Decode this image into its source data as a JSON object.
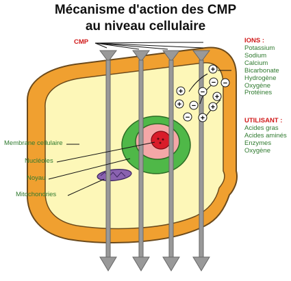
{
  "title": {
    "line1": "Mécanisme d'action des CMP",
    "line2": "au niveau cellulaire"
  },
  "cmp_label": "CMP",
  "ions": {
    "heading": "IONS :",
    "items": [
      "Potassium",
      "Sodium",
      "Calcium",
      "Bicarbonate",
      "Hydrogène",
      "Oxygène",
      "Protéines"
    ]
  },
  "utilisant": {
    "heading": "UTILISANT :",
    "items": [
      "Acides gras",
      "Acides aminés",
      "Enzymes",
      "Oxygène"
    ]
  },
  "labels": {
    "membrane": "Membrane cellulaire",
    "nucleoles": "Nucléoles",
    "noyau": "Noyau",
    "mitochondries": "Mitochondries"
  },
  "signs": {
    "plus": "+",
    "minus": "−"
  },
  "colors": {
    "membrane": "#f0a030",
    "cytoplasm": "#fdf7b8",
    "nucleus_outer": "#4fb848",
    "nucleus_inner": "#f4a7a7",
    "nucleolus": "#d91c2a",
    "mitochondria": "#8a62b0",
    "arrow": "#999999",
    "label_green": "#2f7a2f",
    "label_red": "#d01818"
  }
}
